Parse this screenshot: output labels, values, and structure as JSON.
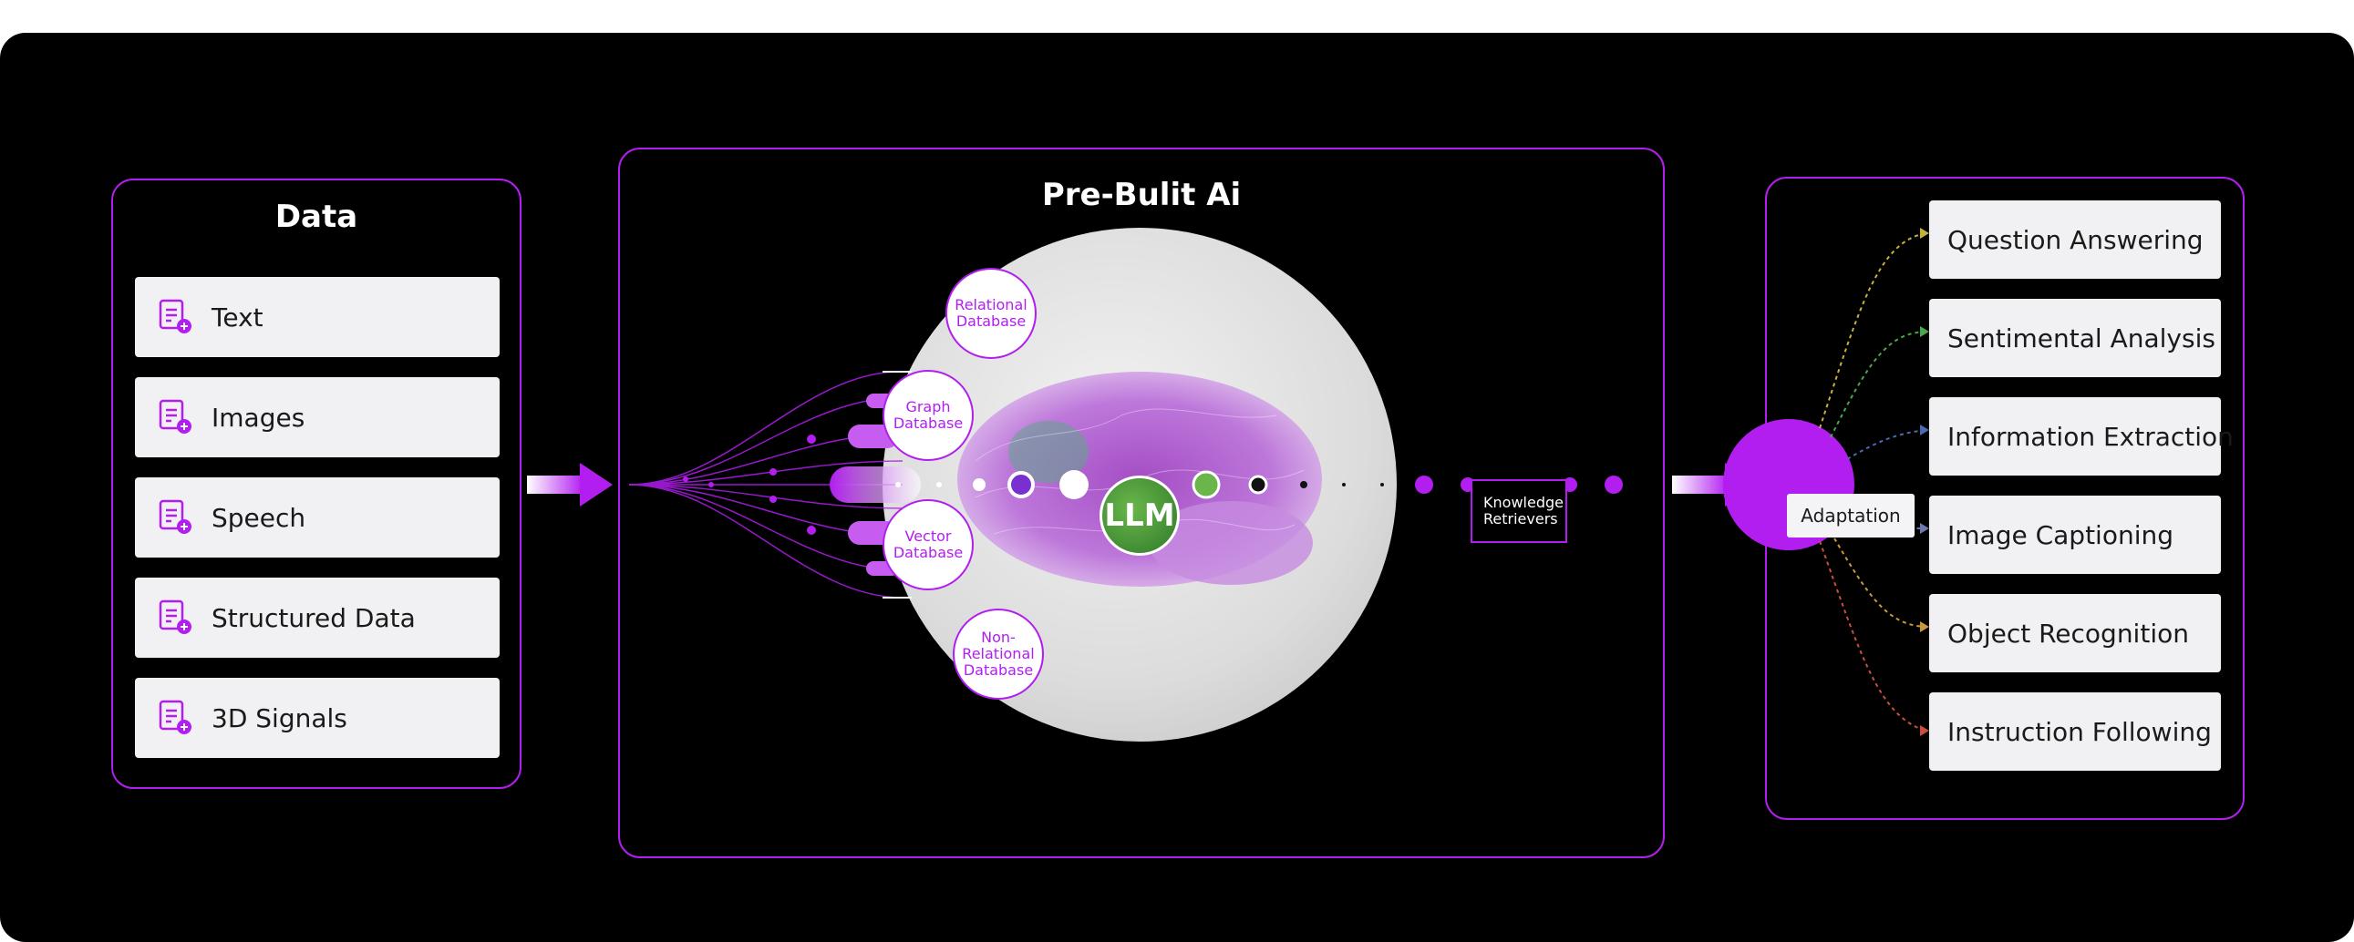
{
  "data_panel": {
    "title": "Data",
    "items": [
      {
        "label": "Text",
        "icon": "document-plus-icon"
      },
      {
        "label": "Images",
        "icon": "document-plus-icon"
      },
      {
        "label": "Speech",
        "icon": "document-plus-icon"
      },
      {
        "label": "Structured Data",
        "icon": "document-plus-icon"
      },
      {
        "label": "3D Signals",
        "icon": "document-plus-icon"
      }
    ]
  },
  "prebuilt_panel": {
    "title": "Pre-Bulit Ai",
    "llm_label": "LLM",
    "databases": [
      {
        "line1": "Relational",
        "line2": "Database",
        "line3": ""
      },
      {
        "line1": "Graph",
        "line2": "Database",
        "line3": ""
      },
      {
        "line1": "Vector",
        "line2": "Database",
        "line3": ""
      },
      {
        "line1": "Non-",
        "line2": "Relational",
        "line3": "Database"
      }
    ],
    "retriever": {
      "line1": "Knowledge",
      "line2": "Retrievers"
    }
  },
  "output_panel": {
    "adaptation_label": "Adaptation",
    "tasks": [
      {
        "label": "Question Answering"
      },
      {
        "label": "Sentimental Analysis"
      },
      {
        "label": "Information Extraction"
      },
      {
        "label": "Image Captioning"
      },
      {
        "label": "Object Recognition"
      },
      {
        "label": "Instruction Following"
      }
    ]
  },
  "colors": {
    "accent": "#b21ef0",
    "background": "#000000",
    "card": "#f1f1f3",
    "task_arrows": [
      "#c8b23a",
      "#4aa84a",
      "#4a6ab0",
      "#6a7ab0",
      "#c89a3a",
      "#c8503a"
    ]
  }
}
